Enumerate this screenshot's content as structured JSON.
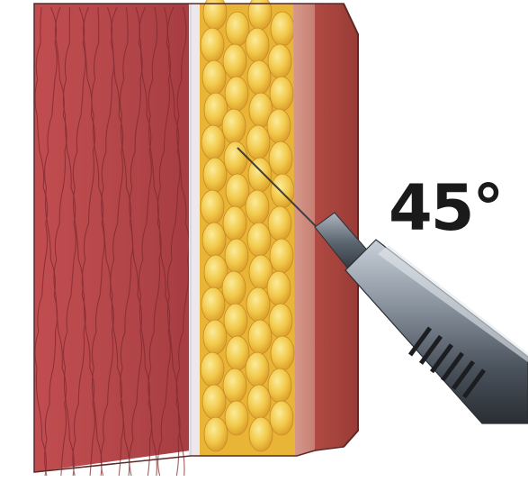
{
  "annotation": {
    "angle_label": "45°"
  },
  "colors": {
    "muscle": "#b8474a",
    "muscle_dark": "#7f2a2f",
    "fascia": "#e8e4ea",
    "fat": "#f0c23c",
    "fat_light": "#f8e27a",
    "dermis": "#c9857a",
    "epidermis": "#a8453e",
    "needle": "#3c3f47",
    "syringe_barrel": "#6f7a86",
    "syringe_dark": "#2a2d33"
  },
  "layers": [
    "muscle",
    "fascia",
    "subcutaneous-fat",
    "dermis",
    "epidermis"
  ]
}
